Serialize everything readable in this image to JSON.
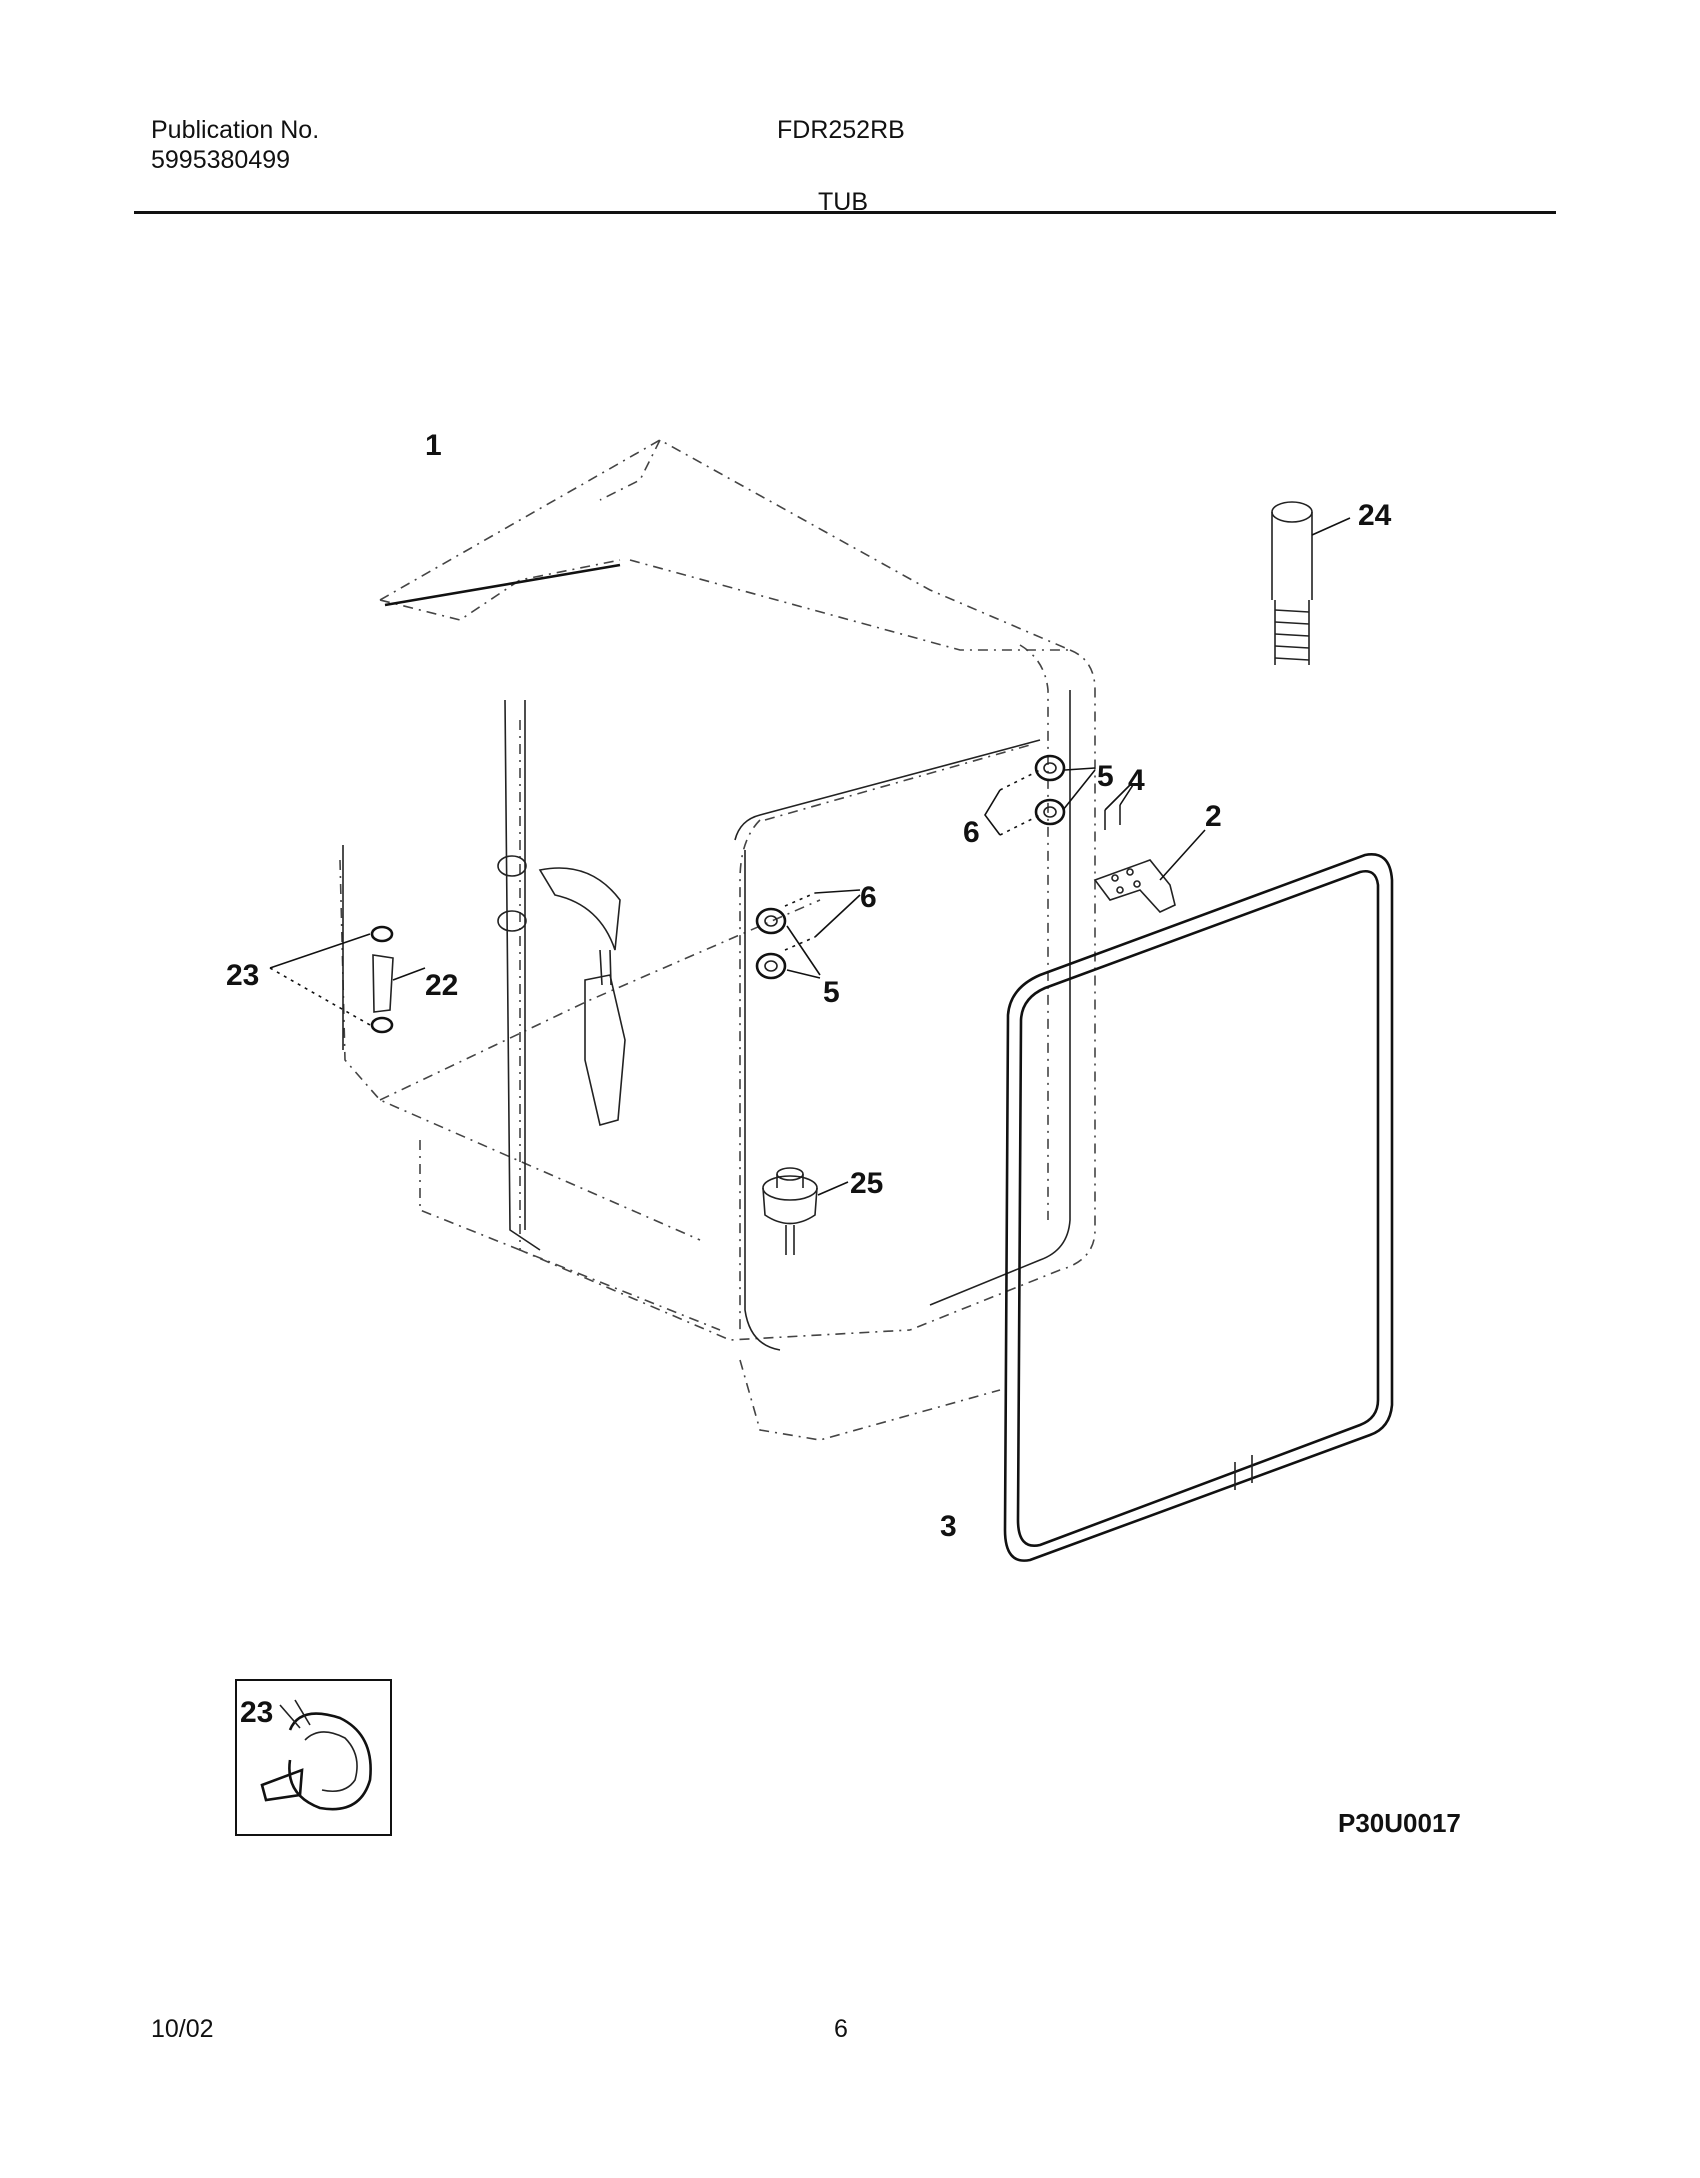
{
  "header": {
    "publication_label": "Publication No.",
    "publication_number": "5995380499",
    "model": "FDR252RB",
    "section_title": "TUB"
  },
  "callouts": {
    "c1": "1",
    "c2": "2",
    "c3": "3",
    "c4": "4",
    "c5a": "5",
    "c5b": "5",
    "c6a": "6",
    "c6b": "6",
    "c22": "22",
    "c23": "23",
    "c24": "24",
    "c25": "25",
    "inset": "23"
  },
  "diagram_code": "P30U0017",
  "footer": {
    "date": "10/02",
    "page": "6"
  }
}
